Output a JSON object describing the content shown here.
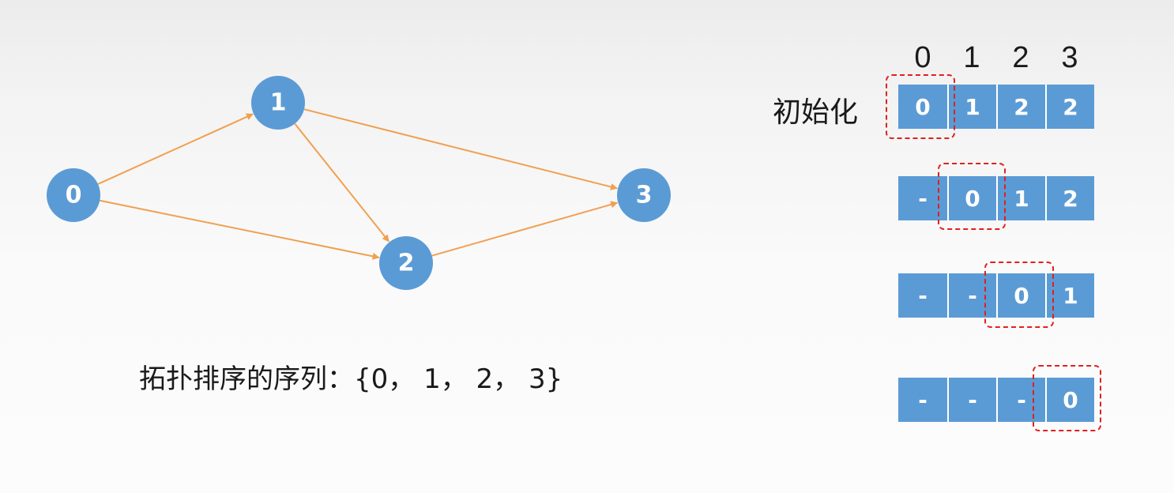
{
  "graph": {
    "nodes": [
      {
        "id": "0",
        "label": "0"
      },
      {
        "id": "1",
        "label": "1"
      },
      {
        "id": "2",
        "label": "2"
      },
      {
        "id": "3",
        "label": "3"
      }
    ],
    "edges": [
      {
        "from": "0",
        "to": "1"
      },
      {
        "from": "0",
        "to": "2"
      },
      {
        "from": "1",
        "to": "2"
      },
      {
        "from": "1",
        "to": "3"
      },
      {
        "from": "2",
        "to": "3"
      }
    ],
    "node_color": "#5b9bd5",
    "edge_color": "#f0a050"
  },
  "sequence_text": "拓扑排序的序列：{0， 1， 2， 3}",
  "table": {
    "indices": [
      "0",
      "1",
      "2",
      "3"
    ],
    "init_label": "初始化",
    "rows": [
      {
        "cells": [
          "0",
          "1",
          "2",
          "2"
        ],
        "highlight_index": 0
      },
      {
        "cells": [
          "-",
          "0",
          "1",
          "2"
        ],
        "highlight_index": 1
      },
      {
        "cells": [
          "-",
          "-",
          "0",
          "1"
        ],
        "highlight_index": 2
      },
      {
        "cells": [
          "-",
          "-",
          "-",
          "0"
        ],
        "highlight_index": 3
      }
    ],
    "cell_color": "#5b9bd5",
    "highlight_color": "#e0201f"
  }
}
